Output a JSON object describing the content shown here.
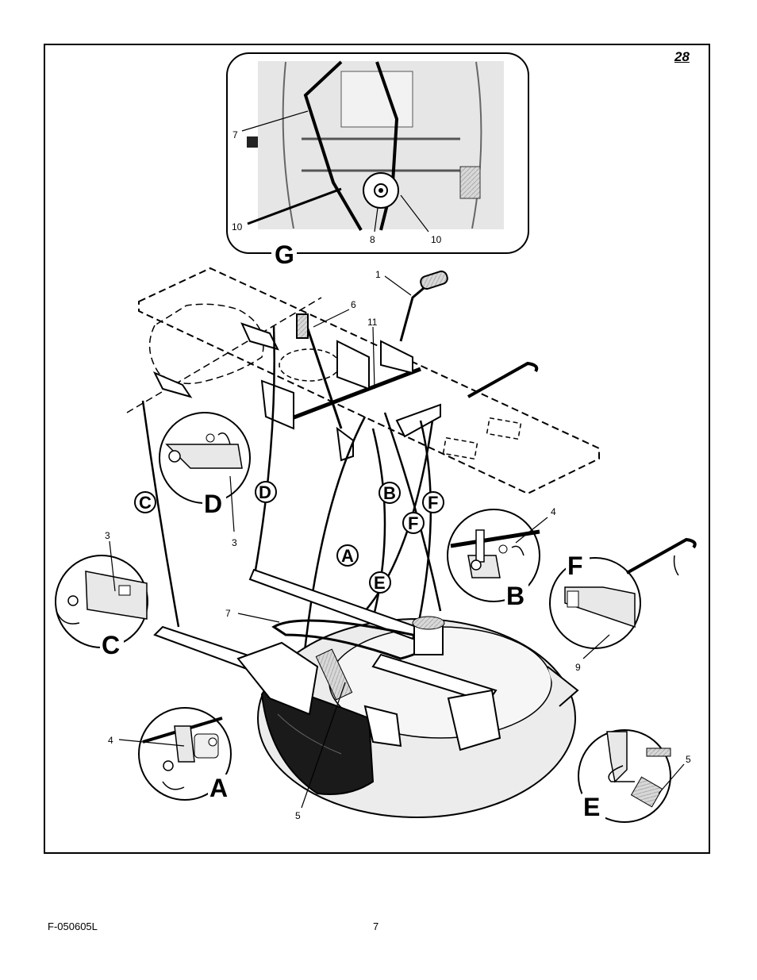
{
  "figure_number": "28",
  "footer": {
    "doc_code": "F-050605L",
    "page_number": "7"
  },
  "detail_views": {
    "A": "A",
    "B": "B",
    "C": "C",
    "D": "D",
    "E": "E",
    "F": "F",
    "G": "G"
  },
  "circled_refs": [
    "C",
    "D",
    "B",
    "F",
    "F",
    "A",
    "E"
  ],
  "part_numbers": {
    "p1": "1",
    "p6": "6",
    "p11": "11",
    "p7_inset": "7",
    "p10_left": "10",
    "p8": "8",
    "p10_right": "10",
    "p4_b": "4",
    "p3_c": "3",
    "p3_d": "3",
    "p7_main": "7",
    "p4_a": "4",
    "p9": "9",
    "p5_main": "5",
    "p5_e": "5"
  }
}
